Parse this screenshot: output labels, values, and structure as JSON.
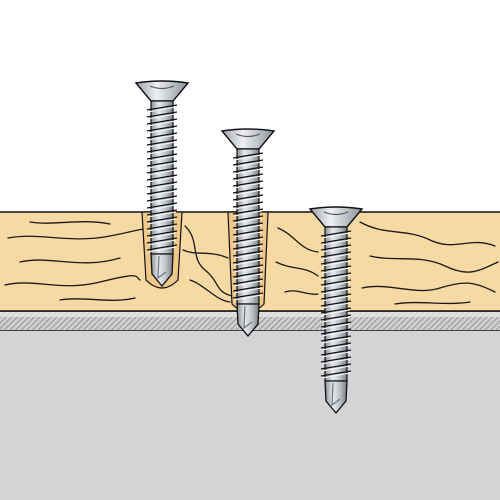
{
  "illustration": {
    "subject": "self-drilling-screws-through-wood-into-metal",
    "stages": [
      {
        "id": "stage-1",
        "penetration": "wood-only"
      },
      {
        "id": "stage-2",
        "penetration": "wood-reaching-metal-plate"
      },
      {
        "id": "stage-3",
        "penetration": "wood-and-metal-plate"
      }
    ]
  },
  "colors": {
    "background": "#ffffff",
    "wood": "#f7d9a4",
    "wood_grain": "#1a1a1a",
    "metal_plate_light": "#dcdcdc",
    "metal_plate_dark": "#8f8f8f",
    "substrate": "#d4d4d6",
    "screw_light": "#e6e8ec",
    "screw_mid": "#b4b8bf",
    "screw_dark": "#6f747c",
    "outline": "#111111"
  }
}
